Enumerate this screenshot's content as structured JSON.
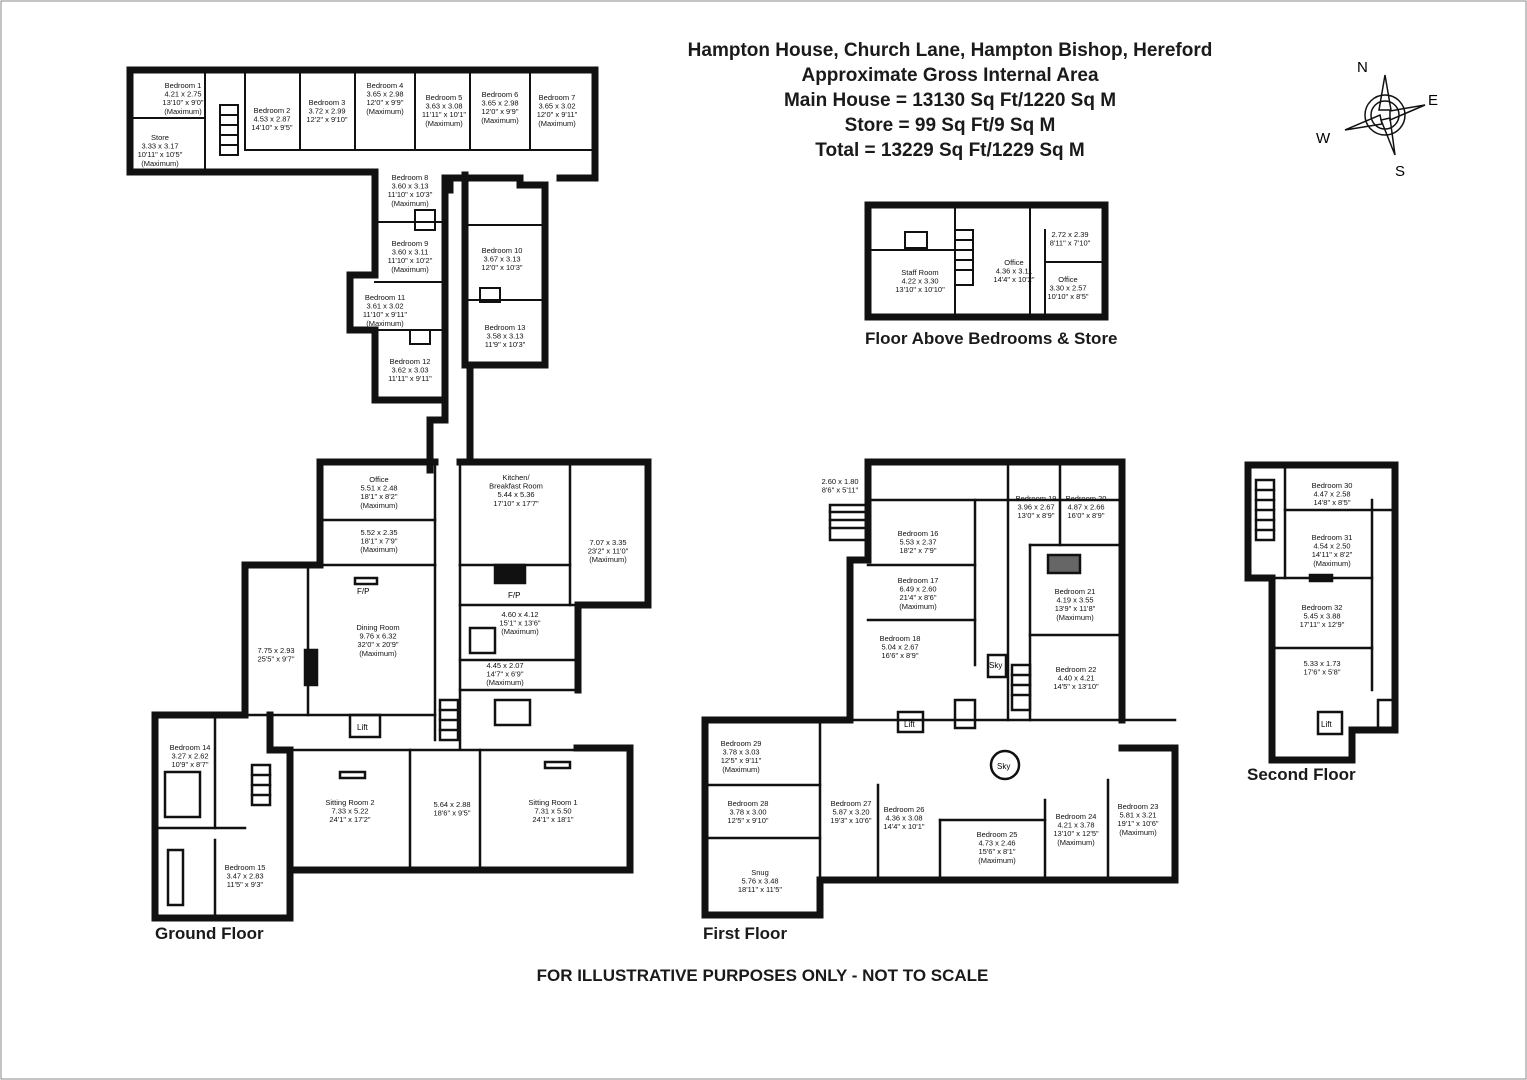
{
  "header": {
    "title": "Hampton House, Church Lane, Hampton Bishop, Hereford",
    "subtitle": "Approximate Gross Internal Area",
    "main_house": "Main House = 13130 Sq Ft/1220 Sq M",
    "store": "Store = 99 Sq Ft/9 Sq M",
    "total": "Total = 13229 Sq Ft/1229 Sq M"
  },
  "compass": {
    "n": "N",
    "e": "E",
    "s": "S",
    "w": "W"
  },
  "floors": {
    "ground": "Ground Floor",
    "first": "First Floor",
    "second": "Second Floor",
    "above": "Floor Above Bedrooms & Store"
  },
  "note": "FOR ILLUSTRATIVE PURPOSES ONLY - NOT TO SCALE",
  "rooms": [
    {
      "id": "g-bed1",
      "lines": [
        "Bedroom 1",
        "4.21 x 2.75",
        "13'10\" x 9'0\"",
        "(Maximum)"
      ]
    },
    {
      "id": "g-store",
      "lines": [
        "Store",
        "3.33 x 3.17",
        "10'11\" x 10'5\"",
        "(Maximum)"
      ]
    },
    {
      "id": "g-bed2",
      "lines": [
        "Bedroom 2",
        "4.53 x 2.87",
        "14'10\" x 9'5\""
      ]
    },
    {
      "id": "g-bed3",
      "lines": [
        "Bedroom 3",
        "3.72 x 2.99",
        "12'2\" x 9'10\""
      ]
    },
    {
      "id": "g-bed4",
      "lines": [
        "Bedroom 4",
        "3.65 x 2.98",
        "12'0\" x 9'9\"",
        "(Maximum)"
      ]
    },
    {
      "id": "g-bed5",
      "lines": [
        "Bedroom 5",
        "3.63 x 3.08",
        "11'11\" x 10'1\"",
        "(Maximum)"
      ]
    },
    {
      "id": "g-bed6",
      "lines": [
        "Bedroom 6",
        "3.65 x 2.98",
        "12'0\" x 9'9\"",
        "(Maximum)"
      ]
    },
    {
      "id": "g-bed7",
      "lines": [
        "Bedroom 7",
        "3.65 x 3.02",
        "12'0\" x 9'11\"",
        "(Maximum)"
      ]
    },
    {
      "id": "g-bed8",
      "lines": [
        "Bedroom 8",
        "3.60 x 3.13",
        "11'10\" x 10'3\"",
        "(Maximum)"
      ]
    },
    {
      "id": "g-bed9",
      "lines": [
        "Bedroom 9",
        "3.60 x 3.11",
        "11'10\" x 10'2\"",
        "(Maximum)"
      ]
    },
    {
      "id": "g-bed10",
      "lines": [
        "Bedroom 10",
        "3.67 x 3.13",
        "12'0\" x 10'3\""
      ]
    },
    {
      "id": "g-bed11",
      "lines": [
        "Bedroom 11",
        "3.61 x 3.02",
        "11'10\" x 9'11\"",
        "(Maximum)"
      ]
    },
    {
      "id": "g-bed13",
      "lines": [
        "Bedroom 13",
        "3.58 x 3.13",
        "11'9\" x 10'3\""
      ]
    },
    {
      "id": "g-bed12",
      "lines": [
        "Bedroom 12",
        "3.62 x 3.03",
        "11'11\" x 9'11\""
      ]
    },
    {
      "id": "g-office",
      "lines": [
        "Office",
        "5.51 x 2.48",
        "18'1\" x 8'2\"",
        "(Maximum)"
      ]
    },
    {
      "id": "g-room552",
      "lines": [
        "5.52 x 2.35",
        "18'1\" x 7'9\"",
        "(Maximum)"
      ]
    },
    {
      "id": "g-kitchen",
      "lines": [
        "Kitchen/",
        "Breakfast Room",
        "5.44 x 5.36",
        "17'10\" x 17'7\""
      ]
    },
    {
      "id": "g-room707",
      "lines": [
        "7.07 x 3.35",
        "23'2\" x 11'0\"",
        "(Maximum)"
      ]
    },
    {
      "id": "g-dining",
      "lines": [
        "Dining Room",
        "9.76 x 6.32",
        "32'0\" x 20'9\"",
        "(Maximum)"
      ]
    },
    {
      "id": "g-room775",
      "lines": [
        "7.75 x 2.93",
        "25'5\" x 9'7\""
      ]
    },
    {
      "id": "g-room460",
      "lines": [
        "4.60 x 4.12",
        "15'1\" x 13'6\"",
        "(Maximum)"
      ]
    },
    {
      "id": "g-room445",
      "lines": [
        "4.45 x 2.07",
        "14'7\" x 6'9\"",
        "(Maximum)"
      ]
    },
    {
      "id": "g-bed14",
      "lines": [
        "Bedroom 14",
        "3.27 x 2.62",
        "10'9\" x 8'7\""
      ]
    },
    {
      "id": "g-bed15",
      "lines": [
        "Bedroom 15",
        "3.47 x 2.83",
        "11'5\" x 9'3\""
      ]
    },
    {
      "id": "g-sit2",
      "lines": [
        "Sitting Room 2",
        "7.33 x 5.22",
        "24'1\" x 17'2\""
      ]
    },
    {
      "id": "g-room564",
      "lines": [
        "5.64 x 2.88",
        "18'6\" x 9'5\""
      ]
    },
    {
      "id": "g-sit1",
      "lines": [
        "Sitting Room 1",
        "7.31 x 5.50",
        "24'1\" x 18'1\""
      ]
    },
    {
      "id": "a-staff",
      "lines": [
        "Staff Room",
        "4.22 x 3.30",
        "13'10\" x 10'10\""
      ]
    },
    {
      "id": "a-office1",
      "lines": [
        "Office",
        "4.36 x 3.11",
        "14'4\" x 10'2\""
      ]
    },
    {
      "id": "a-room272",
      "lines": [
        "2.72 x 2.39",
        "8'11\" x 7'10\""
      ]
    },
    {
      "id": "a-office2",
      "lines": [
        "Office",
        "3.30 x 2.57",
        "10'10\" x 8'5\""
      ]
    },
    {
      "id": "f-room260",
      "lines": [
        "2.60 x 1.80",
        "8'6\" x 5'11\""
      ]
    },
    {
      "id": "f-bed16",
      "lines": [
        "Bedroom 16",
        "5.53 x 2.37",
        "18'2\" x 7'9\""
      ]
    },
    {
      "id": "f-bed19",
      "lines": [
        "Bedroom 19",
        "3.96 x 2.67",
        "13'0\" x 8'9\""
      ]
    },
    {
      "id": "f-bed20",
      "lines": [
        "Bedroom 20",
        "4.87 x 2.66",
        "16'0\" x 8'9\""
      ]
    },
    {
      "id": "f-bed17",
      "lines": [
        "Bedroom 17",
        "6.49 x 2.60",
        "21'4\" x 8'6\"",
        "(Maximum)"
      ]
    },
    {
      "id": "f-bed21",
      "lines": [
        "Bedroom 21",
        "4.19 x 3.55",
        "13'9\" x 11'8\"",
        "(Maximum)"
      ]
    },
    {
      "id": "f-bed18",
      "lines": [
        "Bedroom 18",
        "5.04 x 2.67",
        "16'6\" x 8'9\""
      ]
    },
    {
      "id": "f-bed22",
      "lines": [
        "Bedroom 22",
        "4.40 x 4.21",
        "14'5\" x 13'10\""
      ]
    },
    {
      "id": "f-bed29",
      "lines": [
        "Bedroom 29",
        "3.78 x 3.03",
        "12'5\" x 9'11\"",
        "(Maximum)"
      ]
    },
    {
      "id": "f-bed28",
      "lines": [
        "Bedroom 28",
        "3.78 x 3.00",
        "12'5\" x 9'10\""
      ]
    },
    {
      "id": "f-snug",
      "lines": [
        "Snug",
        "5.76 x 3.48",
        "18'11\" x 11'5\""
      ]
    },
    {
      "id": "f-bed27",
      "lines": [
        "Bedroom 27",
        "5.87 x 3.20",
        "19'3\" x 10'6\""
      ]
    },
    {
      "id": "f-bed26",
      "lines": [
        "Bedroom 26",
        "4.36 x 3.08",
        "14'4\" x 10'1\""
      ]
    },
    {
      "id": "f-bed25",
      "lines": [
        "Bedroom 25",
        "4.73 x 2.46",
        "15'6\" x 8'1\"",
        "(Maximum)"
      ]
    },
    {
      "id": "f-bed24",
      "lines": [
        "Bedroom 24",
        "4.21 x 3.78",
        "13'10\" x 12'5\"",
        "(Maximum)"
      ]
    },
    {
      "id": "f-bed23",
      "lines": [
        "Bedroom 23",
        "5.81 x 3.21",
        "19'1\" x 10'6\"",
        "(Maximum)"
      ]
    },
    {
      "id": "s-bed30",
      "lines": [
        "Bedroom 30",
        "4.47 x 2.58",
        "14'8\" x 8'5\""
      ]
    },
    {
      "id": "s-bed31",
      "lines": [
        "Bedroom 31",
        "4.54 x 2.50",
        "14'11\" x 8'2\"",
        "(Maximum)"
      ]
    },
    {
      "id": "s-bed32",
      "lines": [
        "Bedroom 32",
        "5.45 x 3.88",
        "17'11\" x 12'9\""
      ]
    },
    {
      "id": "s-room533",
      "lines": [
        "5.33 x 1.73",
        "17'6\" x 5'8\""
      ]
    }
  ],
  "markers": {
    "fp": "F/P",
    "lift": "Lift",
    "sky": "Sky"
  }
}
